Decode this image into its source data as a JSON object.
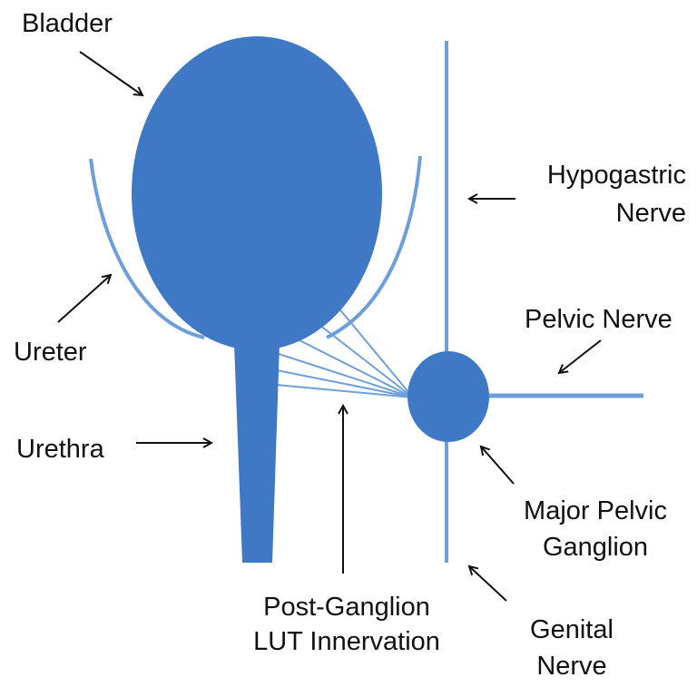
{
  "colors": {
    "organ_fill": "#3f78c4",
    "nerve_line": "#6e9fda",
    "arrow": "#111111",
    "text": "#111111",
    "background": "#ffffff"
  },
  "labels": {
    "bladder": "Bladder",
    "ureter": "Ureter",
    "urethra": "Urethra",
    "hypogastric_line1": "Hypogastric",
    "hypogastric_line2": "Nerve",
    "pelvic_nerve": "Pelvic Nerve",
    "major_pelvic_line1": "Major Pelvic",
    "major_pelvic_line2": "Ganglion",
    "post_ganglion_line1": "Post-Ganglion",
    "post_ganglion_line2": "LUT Innervation",
    "genital_line1": "Genital",
    "genital_line2": "Nerve"
  }
}
